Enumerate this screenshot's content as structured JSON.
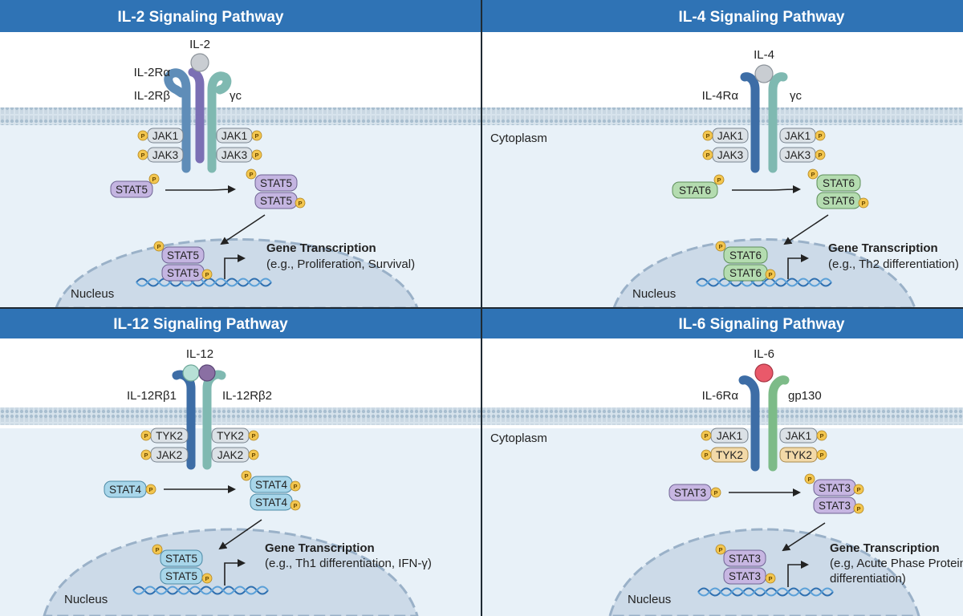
{
  "colors": {
    "header_bg": "#2f73b5",
    "header_text": "#ffffff",
    "cytoplasm": "#e8f1f8",
    "membrane": "#b9cedd",
    "nucleus": "#ccdae8",
    "nucleus_border": "#9ab1c8",
    "phospho": "#f3c64f",
    "purple_receptor": "#7b6fb4",
    "teal_receptor": "#7fb9b1",
    "blue_receptor": "#3d6da6",
    "green_receptor": "#7dbb88",
    "stat5_fill": "#c4b5e1",
    "stat6_fill": "#b4dcb0",
    "stat4_fill": "#a8d6ea",
    "stat3_fill": "#c7b6e2",
    "jak_fill": "#dbe1e6",
    "tyk_fill": "#f2d9a8",
    "dna_strand": "#2e6fb0"
  },
  "panels": [
    {
      "title": "IL-2 Signaling Pathway",
      "ligand": "IL-2",
      "receptor_labels": [
        "IL-2Rα",
        "IL-2Rβ",
        "γc"
      ],
      "cytoplasm_label": "",
      "left_kinases": [
        "JAK1",
        "JAK3"
      ],
      "right_kinases": [
        "JAK1",
        "JAK3"
      ],
      "stat_free": "STAT5",
      "stat_dimer": [
        "STAT5",
        "STAT5"
      ],
      "stat_nuclear": [
        "STAT5",
        "STAT5"
      ],
      "gene_title": "Gene Transcription",
      "gene_lines": [
        "(e.g., Proliferation, Survival)"
      ],
      "nucleus_label": "Nucleus",
      "phospho_label": "P"
    },
    {
      "title": "IL-4 Signaling Pathway",
      "ligand": "IL-4",
      "receptor_labels": [
        "IL-4Rα",
        "γc"
      ],
      "cytoplasm_label": "Cytoplasm",
      "left_kinases": [
        "JAK1",
        "JAK3"
      ],
      "right_kinases": [
        "JAK1",
        "JAK3"
      ],
      "stat_free": "STAT6",
      "stat_dimer": [
        "STAT6",
        "STAT6"
      ],
      "stat_nuclear": [
        "STAT6",
        "STAT6"
      ],
      "gene_title": "Gene Transcription",
      "gene_lines": [
        "(e.g., Th2 differentiation)"
      ],
      "nucleus_label": "Nucleus",
      "phospho_label": "P"
    },
    {
      "title": "IL-12 Signaling Pathway",
      "ligand": "IL-12",
      "receptor_labels": [
        "IL-12Rβ1",
        "IL-12Rβ2"
      ],
      "cytoplasm_label": "",
      "left_kinases": [
        "TYK2",
        "JAK2"
      ],
      "right_kinases": [
        "TYK2",
        "JAK2"
      ],
      "stat_free": "STAT4",
      "stat_dimer": [
        "STAT4",
        "STAT4"
      ],
      "stat_nuclear": [
        "STAT5",
        "STAT5"
      ],
      "gene_title": "Gene Transcription",
      "gene_lines": [
        "(e.g., Th1 differentiation, IFN-γ)"
      ],
      "nucleus_label": "Nucleus",
      "phospho_label": "P"
    },
    {
      "title": "IL-6 Signaling Pathway",
      "ligand": "IL-6",
      "receptor_labels": [
        "IL-6Rα",
        "gp130"
      ],
      "cytoplasm_label": "Cytoplasm",
      "left_kinases": [
        "JAK1",
        "TYK2"
      ],
      "right_kinases": [
        "JAK1",
        "TYK2"
      ],
      "stat_free": "STAT3",
      "stat_dimer": [
        "STAT3",
        "STAT3"
      ],
      "stat_nuclear": [
        "STAT3",
        "STAT3"
      ],
      "gene_title": "Gene Transcription",
      "gene_lines": [
        "(e.g, Acute Phase Proteins,",
        "differentiation)"
      ],
      "nucleus_label": "Nucleus",
      "phospho_label": "P"
    }
  ]
}
